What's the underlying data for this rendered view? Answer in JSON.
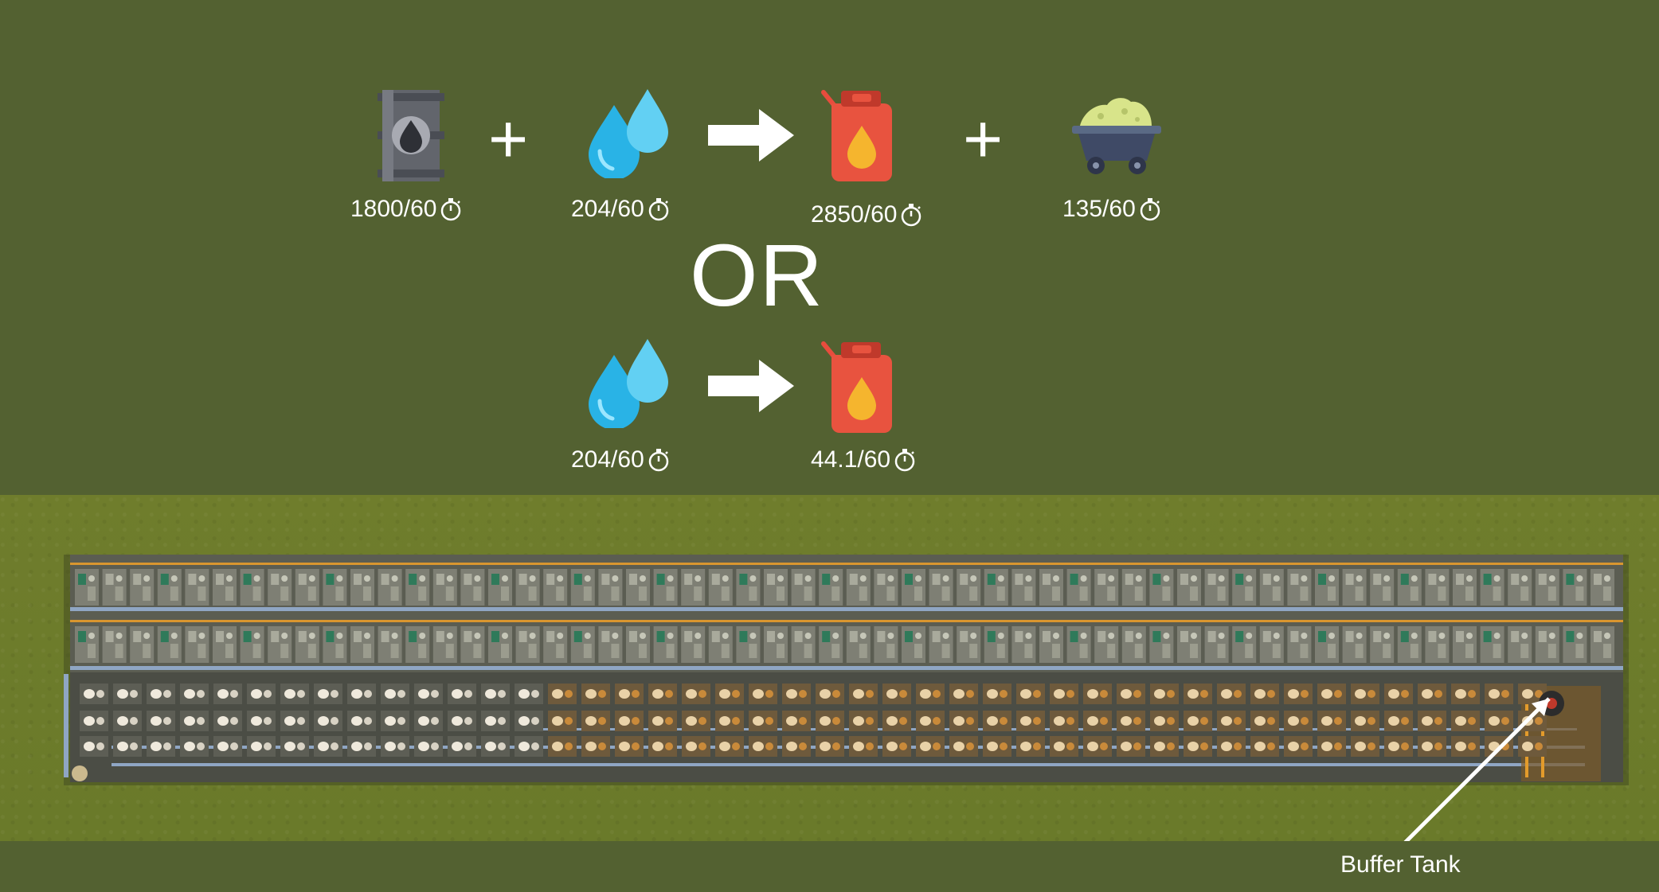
{
  "colors": {
    "background": "#536131",
    "grass": "#6d7b2b",
    "text": "#ffffff"
  },
  "recipe_1": {
    "crude_oil": {
      "icon": "oil-barrel-icon",
      "rate": "1800/60"
    },
    "plus_1": "+",
    "water": {
      "icon": "water-drops-icon",
      "rate": "204/60"
    },
    "arrow": "arrow-right-icon",
    "fuel": {
      "icon": "fuel-canister-icon",
      "rate": "2850/60"
    },
    "plus_2": "+",
    "byproduct": {
      "icon": "mine-cart-icon",
      "rate": "135/60"
    }
  },
  "separator": "OR",
  "recipe_2": {
    "water": {
      "icon": "water-drops-icon",
      "rate": "204/60"
    },
    "arrow": "arrow-right-icon",
    "fuel": {
      "icon": "fuel-canister-icon",
      "rate": "44.1/60"
    }
  },
  "factory": {
    "label": "Buffer Tank"
  }
}
